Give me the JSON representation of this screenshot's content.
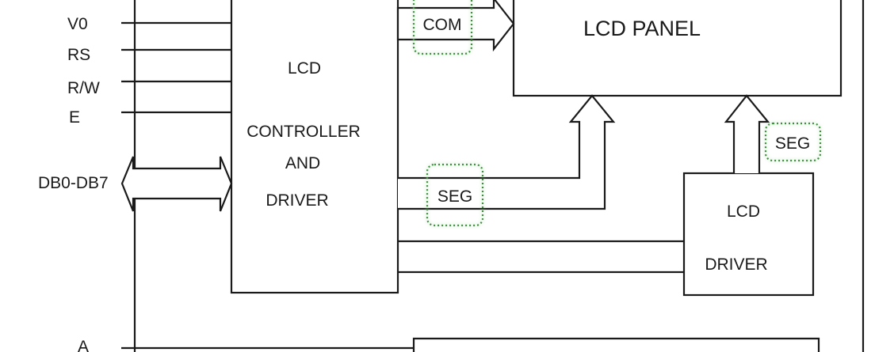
{
  "signals": {
    "v0": "V0",
    "rs": "RS",
    "rw": "R/W",
    "e": "E",
    "db": "DB0-DB7",
    "a": "A"
  },
  "controller": {
    "line1": "LCD",
    "line2": "CONTROLLER",
    "line3": "AND",
    "line4": "DRIVER"
  },
  "panel": {
    "title": "LCD PANEL"
  },
  "driver": {
    "line1": "LCD",
    "line2": "DRIVER"
  },
  "tags": {
    "com": "COM",
    "seg1": "SEG",
    "seg2": "SEG"
  },
  "colors": {
    "line": "#1a1a1a",
    "tag_border": "#3f8f3f"
  }
}
